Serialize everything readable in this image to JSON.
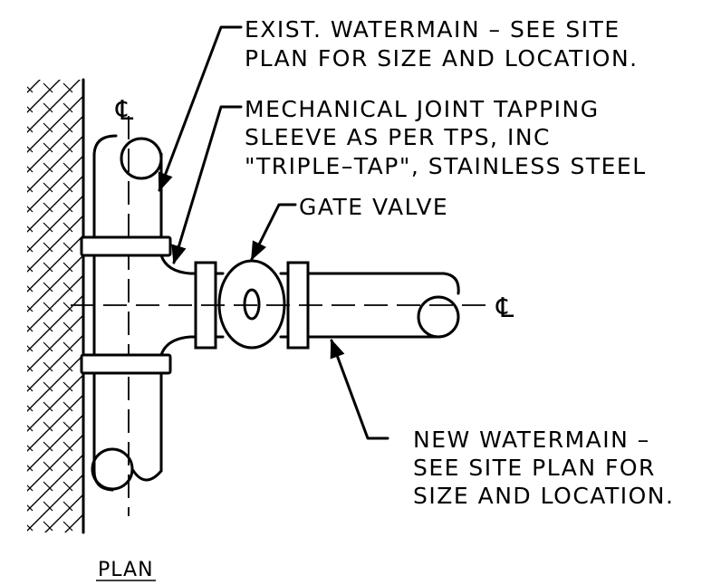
{
  "labels": {
    "exist_watermain": [
      "EXIST. WATERMAIN – SEE SITE",
      "PLAN FOR SIZE AND LOCATION."
    ],
    "tapping_sleeve": [
      "MECHANICAL JOINT TAPPING",
      "SLEEVE AS PER TPS, INC",
      "\"TRIPLE–TAP\", STAINLESS STEEL"
    ],
    "gate_valve": "GATE VALVE",
    "new_watermain": [
      "NEW WATERMAIN –",
      "SEE SITE PLAN FOR",
      "SIZE AND LOCATION."
    ],
    "centerline_vertical": "℄",
    "centerline_horizontal": "℄",
    "plan_title": "PLAN"
  },
  "colors": {
    "line": "#000000",
    "background": "#ffffff"
  }
}
